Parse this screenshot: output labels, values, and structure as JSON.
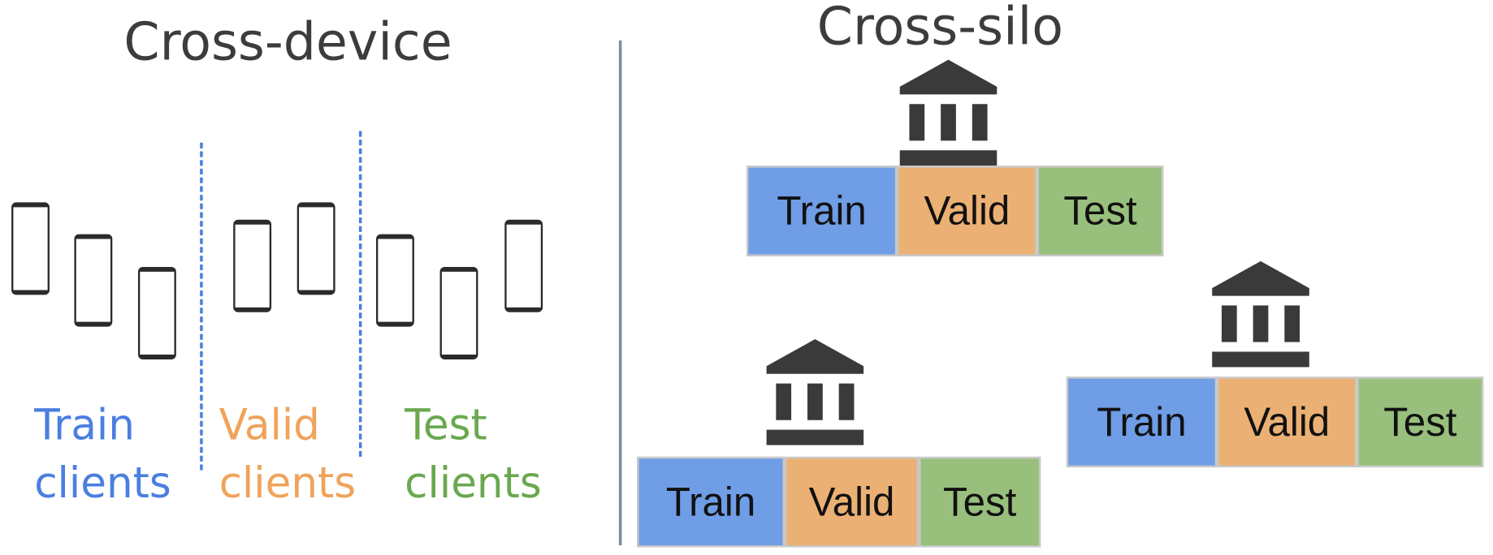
{
  "left_panel": {
    "title": "Cross-device",
    "groups": [
      {
        "line1": "Train",
        "line2": "clients",
        "color": "#4b7fe0"
      },
      {
        "line1": "Valid",
        "line2": "clients",
        "color": "#f0a35a"
      },
      {
        "line1": "Test",
        "line2": "clients",
        "color": "#6aa84f"
      }
    ]
  },
  "right_panel": {
    "title": "Cross-silo",
    "silos": [
      {
        "labels": [
          "Train",
          "Valid",
          "Test"
        ]
      },
      {
        "labels": [
          "Train",
          "Valid",
          "Test"
        ]
      },
      {
        "labels": [
          "Train",
          "Valid",
          "Test"
        ]
      }
    ]
  },
  "icons": {
    "device": "smartphone-icon",
    "silo": "institution-icon"
  },
  "colors": {
    "train": "#6f9de6",
    "valid": "#ebb073",
    "test": "#98bf7c",
    "divider": "#7f8c99"
  }
}
